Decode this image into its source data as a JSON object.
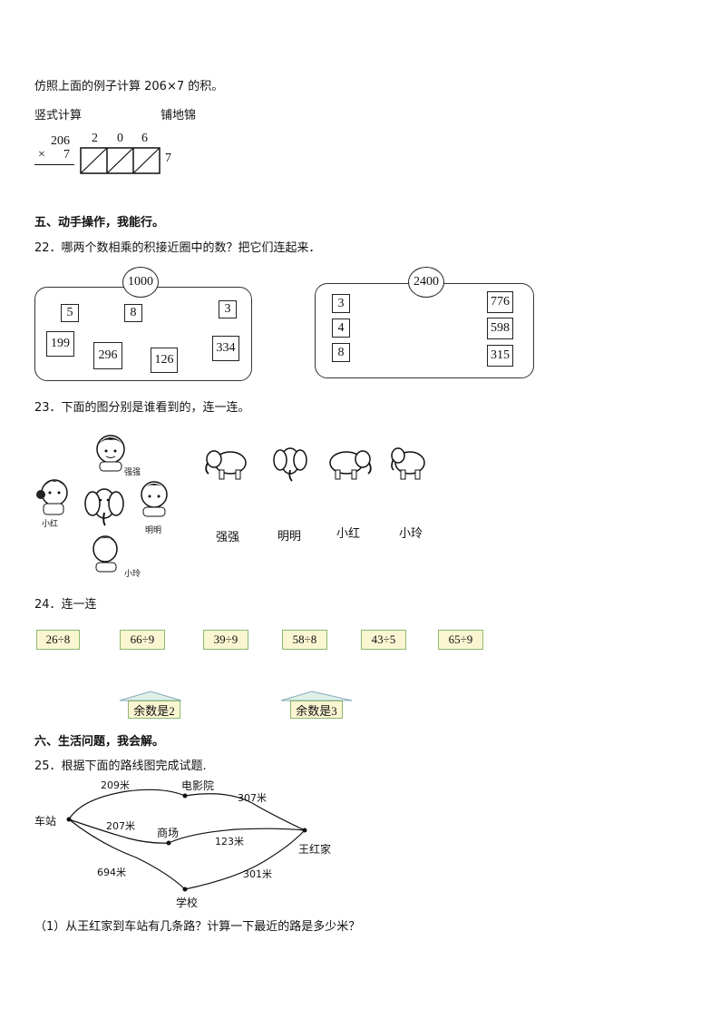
{
  "intro": {
    "line": "仿照上面的例子计算 206×7 的积。",
    "label_vertical": "竖式计算",
    "label_lattice": "铺地锦",
    "vertical": {
      "top": "206",
      "op": "×",
      "bottom": "7"
    },
    "lattice": {
      "digits": [
        "2",
        "0",
        "6"
      ],
      "multiplier": "7"
    }
  },
  "section5": {
    "title": "五、动手操作，我能行。",
    "q22": {
      "text": "22．哪两个数相乘的积接近圈中的数？把它们连起来．",
      "left": {
        "target": "1000",
        "numbers": [
          "5",
          "8",
          "3",
          "199",
          "296",
          "126",
          "334"
        ]
      },
      "right": {
        "target": "2400",
        "left_numbers": [
          "3",
          "4",
          "8"
        ],
        "right_numbers": [
          "776",
          "598",
          "315"
        ]
      }
    },
    "q23": {
      "text": "23．下面的图分别是谁看到的，连一连。",
      "people": [
        "强强",
        "小红",
        "明明",
        "小玲"
      ],
      "answers": [
        "强强",
        "明明",
        "小红",
        "小玲"
      ]
    },
    "q24": {
      "text": "24．连一连",
      "expressions": [
        "26÷8",
        "66÷9",
        "39÷9",
        "58÷8",
        "43÷5",
        "65÷9"
      ],
      "remainders": [
        "余数是2",
        "余数是3"
      ]
    }
  },
  "section6": {
    "title": "六、生活问题，我会解。",
    "q25": {
      "text": "25．根据下面的路线图完成试题.",
      "places": {
        "station": "车站",
        "cinema": "电影院",
        "mall": "商场",
        "home": "王红家",
        "school": "学校"
      },
      "distances": {
        "station_cinema": "209米",
        "cinema_home": "307米",
        "station_mall": "207米",
        "mall_home": "123米",
        "station_school": "694米",
        "school_home": "301米"
      },
      "sub1": "（1）从王红家到车站有几条路？计算一下最近的路是多少米？"
    }
  }
}
